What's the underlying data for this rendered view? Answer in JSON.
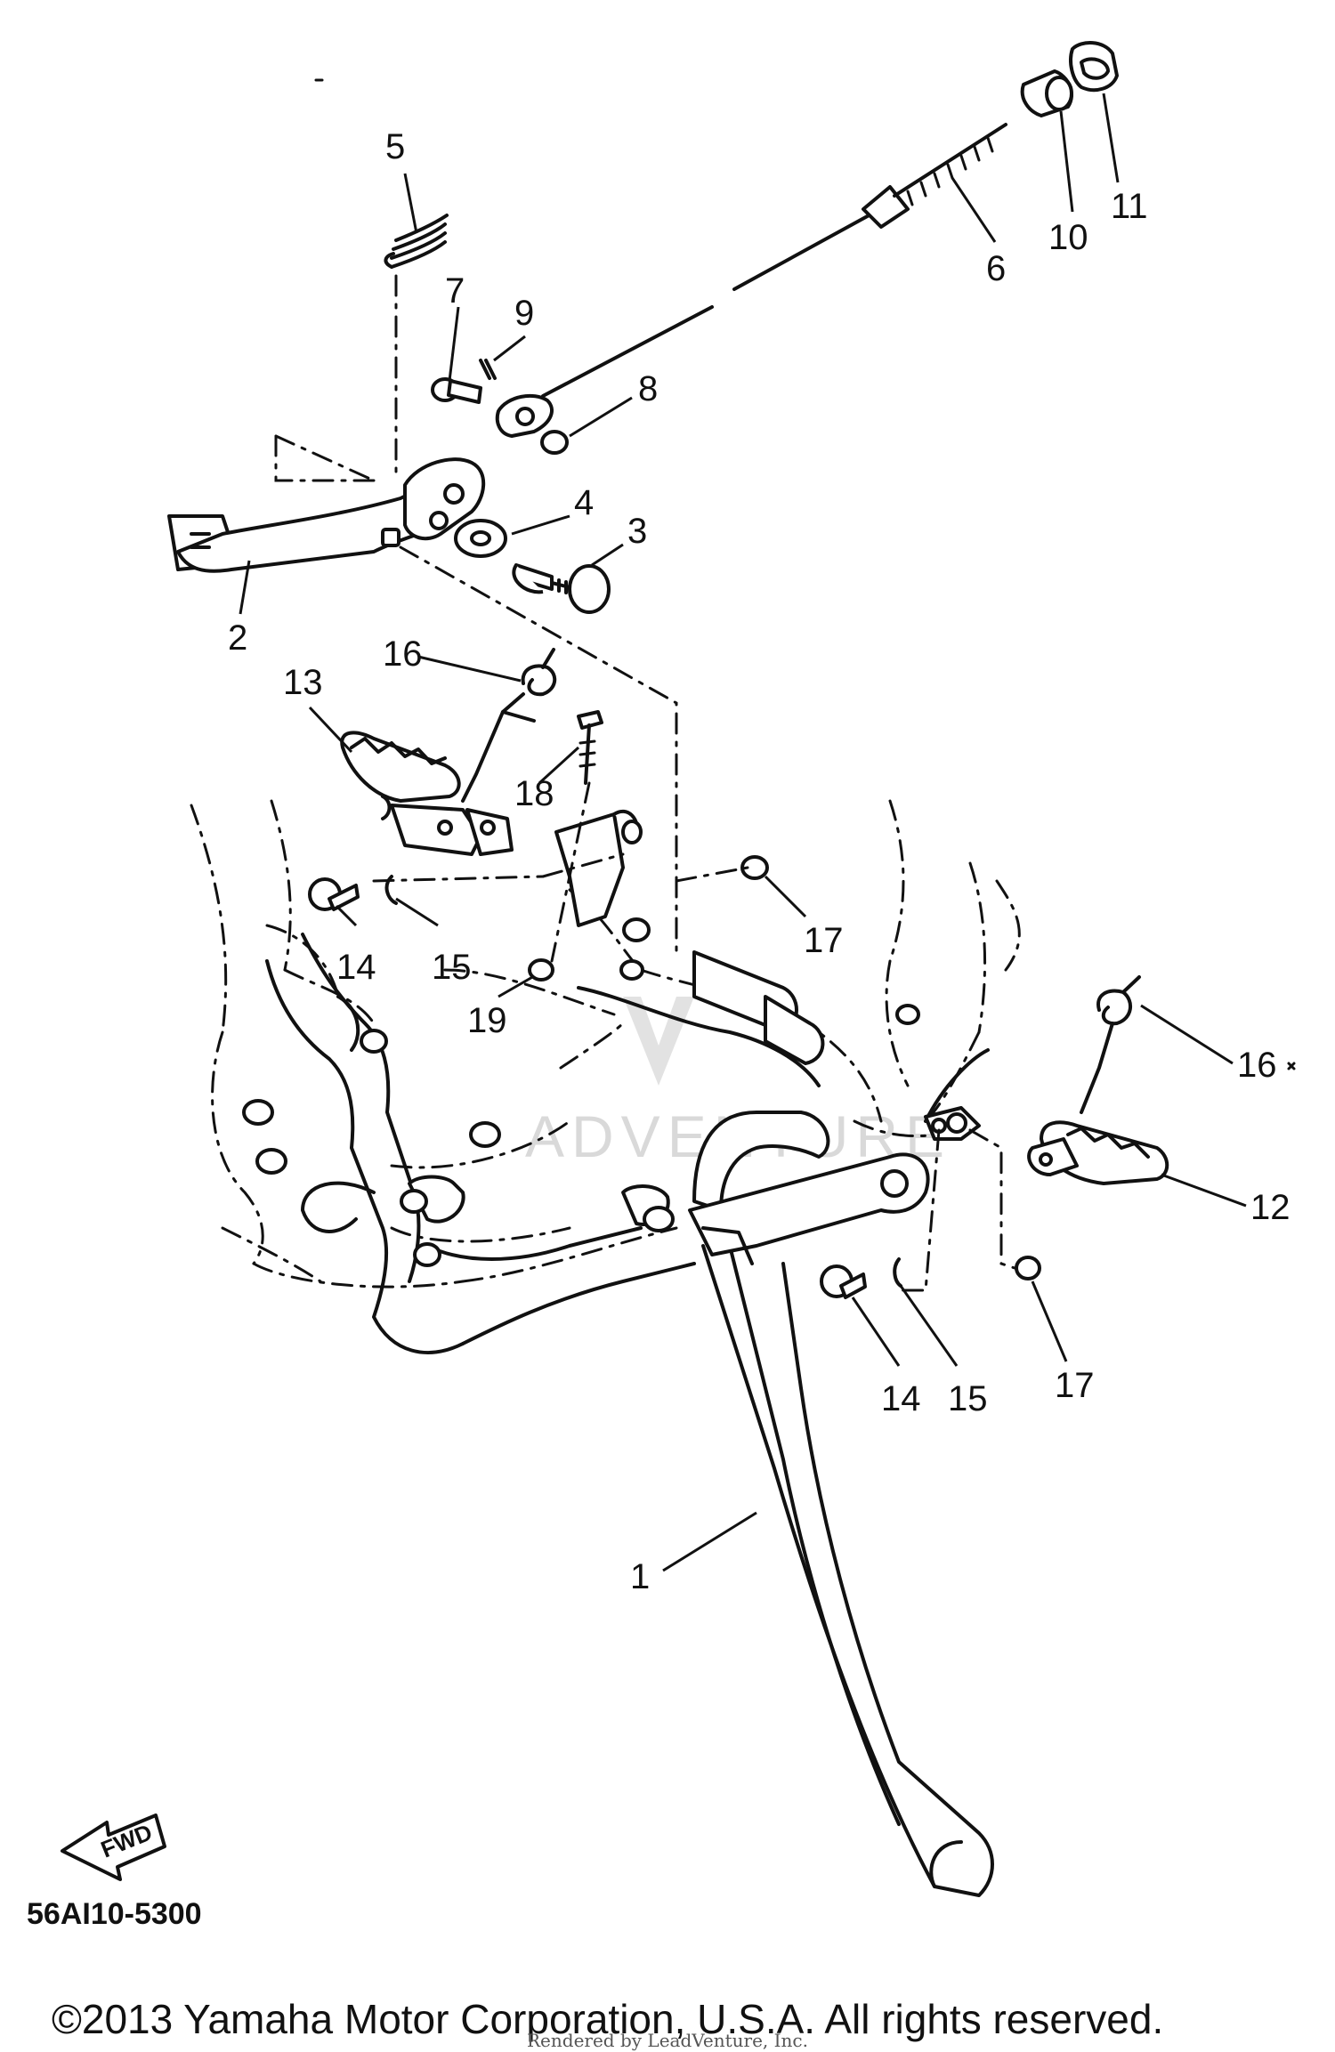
{
  "diagram": {
    "callouts": [
      {
        "id": "c1",
        "label": "1"
      },
      {
        "id": "c2",
        "label": "2"
      },
      {
        "id": "c3",
        "label": "3"
      },
      {
        "id": "c4",
        "label": "4"
      },
      {
        "id": "c5",
        "label": "5"
      },
      {
        "id": "c6",
        "label": "6"
      },
      {
        "id": "c7",
        "label": "7"
      },
      {
        "id": "c8",
        "label": "8"
      },
      {
        "id": "c9",
        "label": "9"
      },
      {
        "id": "c10",
        "label": "10"
      },
      {
        "id": "c11",
        "label": "11"
      },
      {
        "id": "c12",
        "label": "12"
      },
      {
        "id": "c13",
        "label": "13"
      },
      {
        "id": "c14a",
        "label": "14"
      },
      {
        "id": "c14b",
        "label": "14"
      },
      {
        "id": "c15a",
        "label": "15"
      },
      {
        "id": "c15b",
        "label": "15"
      },
      {
        "id": "c16a",
        "label": "16"
      },
      {
        "id": "c16b",
        "label": "16"
      },
      {
        "id": "c17a",
        "label": "17"
      },
      {
        "id": "c17b",
        "label": "17"
      },
      {
        "id": "c18",
        "label": "18"
      },
      {
        "id": "c19",
        "label": "19"
      }
    ],
    "fwd_label": "FWD",
    "drawing_code": "56AI10-5300",
    "watermark": "ADVENTURE",
    "copyright": "©2013 Yamaha Motor Corporation, U.S.A. All rights reserved.",
    "credit": "Rendered by LeadVenture, Inc."
  }
}
